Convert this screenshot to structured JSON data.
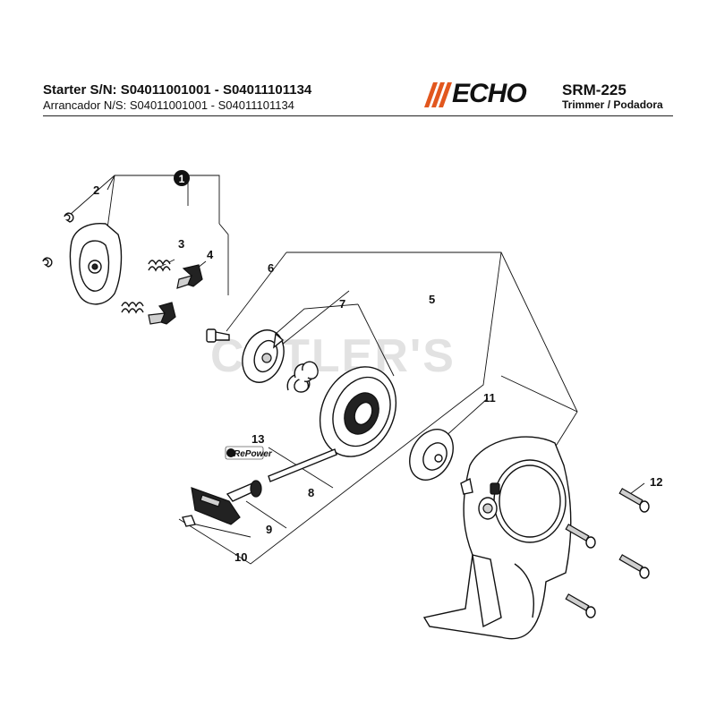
{
  "header": {
    "title_en": "Starter S/N: S04011001001 - S04011101134",
    "title_es": "Arrancador N/S: S04011001001 - S04011101134",
    "brand": "ECHO",
    "model": "SRM-225",
    "model_sub": "Trimmer / Podadora"
  },
  "watermark": "CUTLER'S",
  "callouts": {
    "c1": "1",
    "c2": "2",
    "c3": "3",
    "c4": "4",
    "c5": "5",
    "c6": "6",
    "c7": "7",
    "c8": "8",
    "c9": "9",
    "c10": "10",
    "c11": "11",
    "c12": "12",
    "c13": "13"
  },
  "repower_label": "RePower",
  "colors": {
    "brand_orange": "#e2571e",
    "line": "#111111"
  }
}
